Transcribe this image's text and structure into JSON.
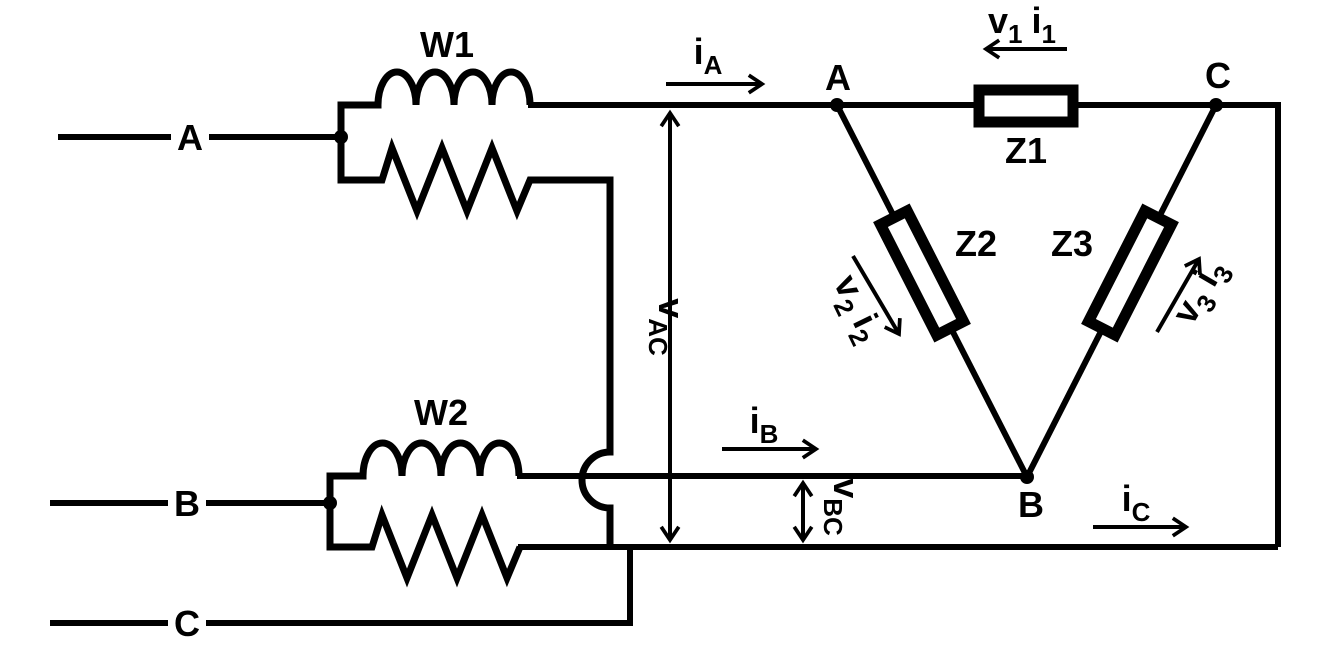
{
  "colors": {
    "ink": "#000000",
    "background": "#ffffff"
  },
  "inputs": {
    "a": "A",
    "b": "B",
    "c": "C"
  },
  "wattmeters": {
    "w1": "W1",
    "w2": "W2"
  },
  "impedances": {
    "z1": "Z1",
    "z2": "Z2",
    "z3": "Z3"
  },
  "nodes": {
    "a": "A",
    "b": "B",
    "c": "C"
  },
  "currents": {
    "ia": {
      "base": "i",
      "sub": "A"
    },
    "ib": {
      "base": "i",
      "sub": "B"
    },
    "ic": {
      "base": "i",
      "sub": "C"
    }
  },
  "voltages": {
    "vac": {
      "base": "v",
      "sub": "AC"
    },
    "vbc": {
      "base": "v",
      "sub": "BC"
    }
  },
  "branches": {
    "b1": {
      "v": "v",
      "v_sub": "1",
      "i": "i",
      "i_sub": "1"
    },
    "b2": {
      "v": "v",
      "v_sub": "2",
      "i": "i",
      "i_sub": "2"
    },
    "b3": {
      "v": "v",
      "v_sub": "3",
      "i": "i",
      "i_sub": "3"
    }
  }
}
